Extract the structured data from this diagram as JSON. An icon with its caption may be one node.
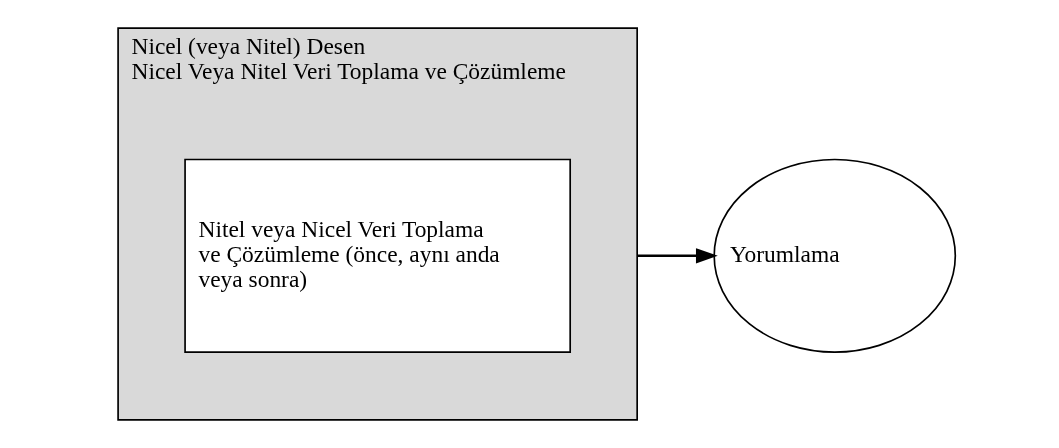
{
  "diagram": {
    "nodes": [
      {
        "text": [
          "Nicel (veya Nitel) Desen",
          "Nicel Veya Nitel Veri Toplama ve Çözümleme"
        ]
      },
      {
        "text": [
          "Nitel veya Nicel Veri Toplama ve Çözümleme (önce, aynı anda veya sonra)"
        ],
        "in": 0
      },
      {
        "text": [
          "Yorumlama"
        ]
      }
    ],
    "edges": [
      {
        "from": 0,
        "to": 2,
        "arrow": "to"
      }
    ]
  }
}
